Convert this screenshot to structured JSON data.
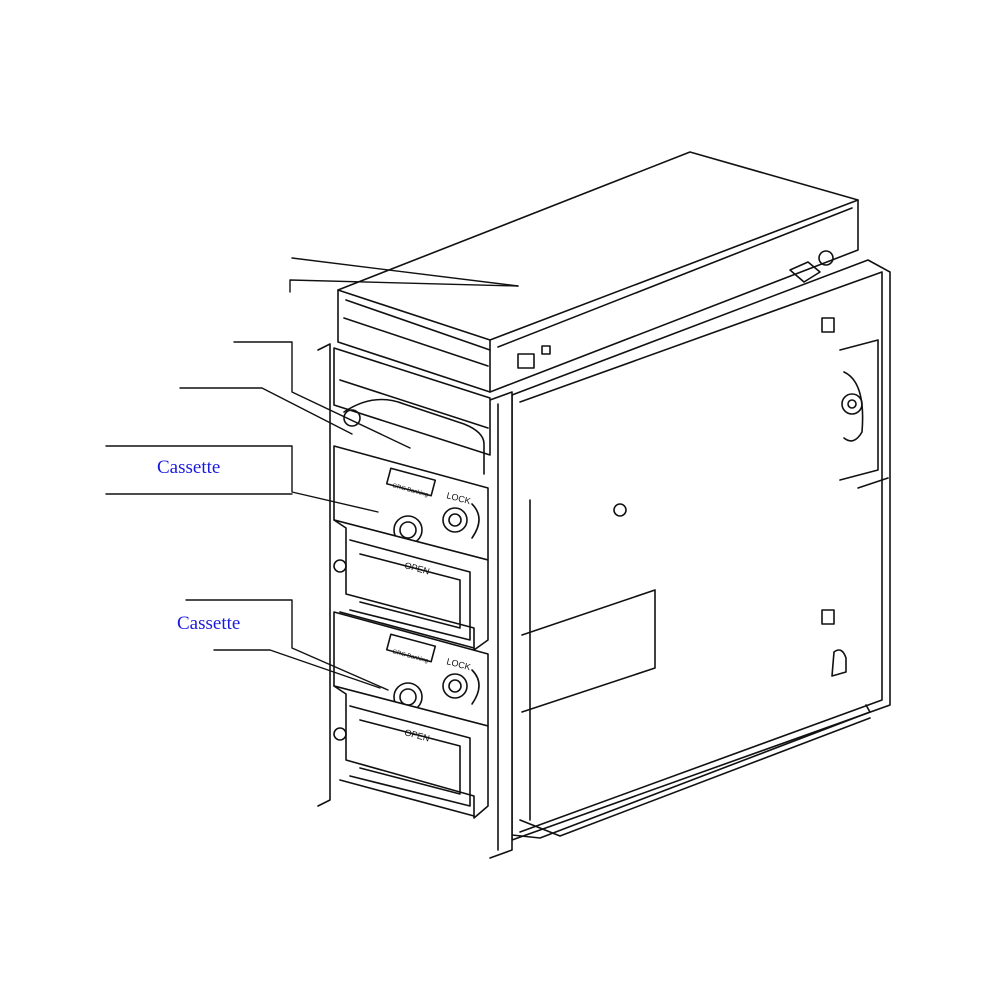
{
  "diagram": {
    "labels": {
      "cassette_upper": "Cassette",
      "cassette_lower": "Cassette"
    },
    "cassette_text": {
      "lock": "LOCK",
      "open": "OPEN",
      "brand": "GRG Banking"
    },
    "colors": {
      "line": "#111111",
      "label": "#1a1adf",
      "background": "#ffffff"
    }
  }
}
